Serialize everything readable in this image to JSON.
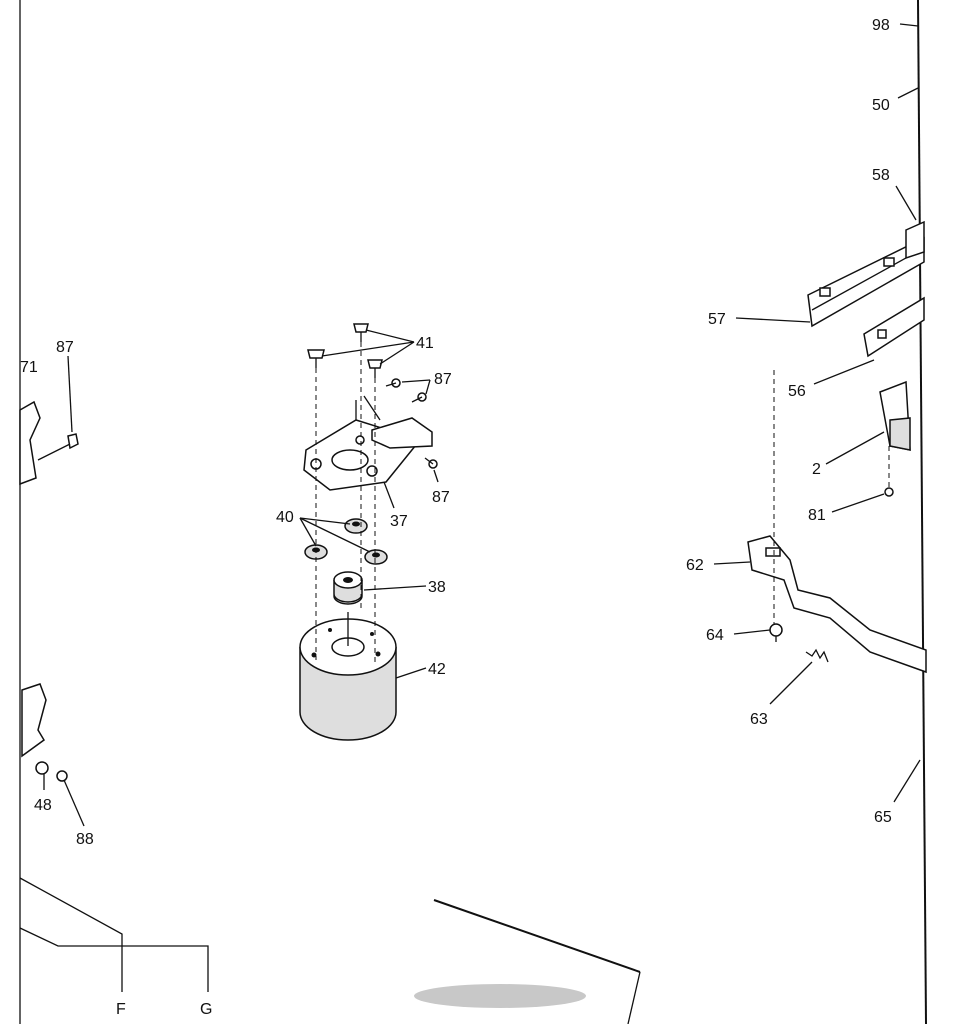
{
  "labels": {
    "l98": "98",
    "l50": "50",
    "l58": "58",
    "l57": "57",
    "l56": "56",
    "l2": "2",
    "l81": "81",
    "l62": "62",
    "l64": "64",
    "l63": "63",
    "l65": "65",
    "l87a": "87",
    "l71": "71",
    "l41": "41",
    "l87b": "87",
    "l87c": "87",
    "l37": "37",
    "l40": "40",
    "l38": "38",
    "l42": "42",
    "l48": "48",
    "l88": "88",
    "lF": "F",
    "lG": "G"
  },
  "colors": {
    "ink": "#111111",
    "paper": "#ffffff",
    "shade": "#dedede"
  }
}
